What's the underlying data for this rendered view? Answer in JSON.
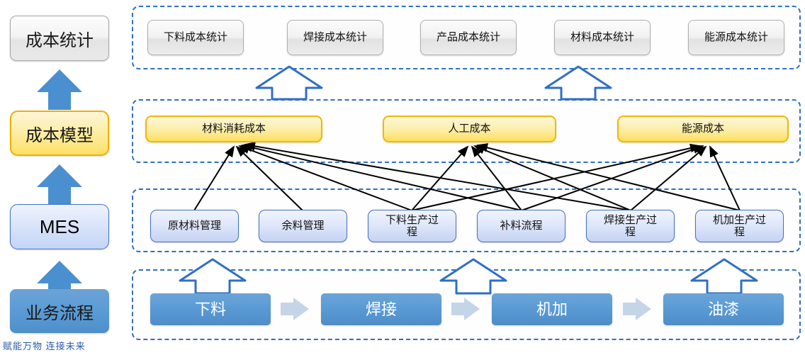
{
  "layers": {
    "items": [
      {
        "label": "成本统计",
        "style": "gray"
      },
      {
        "label": "成本模型",
        "style": "yellow"
      },
      {
        "label": "MES",
        "style": "mes"
      },
      {
        "label": "业务流程",
        "style": "solid"
      }
    ]
  },
  "statistics_row": {
    "items": [
      {
        "label": "下料成本统计"
      },
      {
        "label": "焊接成本统计"
      },
      {
        "label": "产品成本统计"
      },
      {
        "label": "材料成本统计"
      },
      {
        "label": "能源成本统计"
      }
    ]
  },
  "cost_model_row": {
    "items": [
      {
        "label": "材料消耗成本"
      },
      {
        "label": "人工成本"
      },
      {
        "label": "能源成本"
      }
    ]
  },
  "mes_row": {
    "items": [
      {
        "label": "原材料管理"
      },
      {
        "label": "余料管理"
      },
      {
        "label": "下料生产过程"
      },
      {
        "label": "补料流程"
      },
      {
        "label": "焊接生产过程"
      },
      {
        "label": "机加生产过程"
      }
    ]
  },
  "business_row": {
    "items": [
      {
        "label": "下料"
      },
      {
        "label": "焊接"
      },
      {
        "label": "机加"
      },
      {
        "label": "油漆"
      }
    ]
  },
  "footer": {
    "watermark": "赋能万物  连接未来"
  },
  "colors": {
    "dashed_border": "#2f6fc4",
    "arrow_blue": "#4a90d0",
    "hollow_arrow_outline": "#2f6fc4",
    "process_blue": "#5b9bd5",
    "cost_yellow": "#ffdf5e",
    "connector_black": "#000000"
  }
}
